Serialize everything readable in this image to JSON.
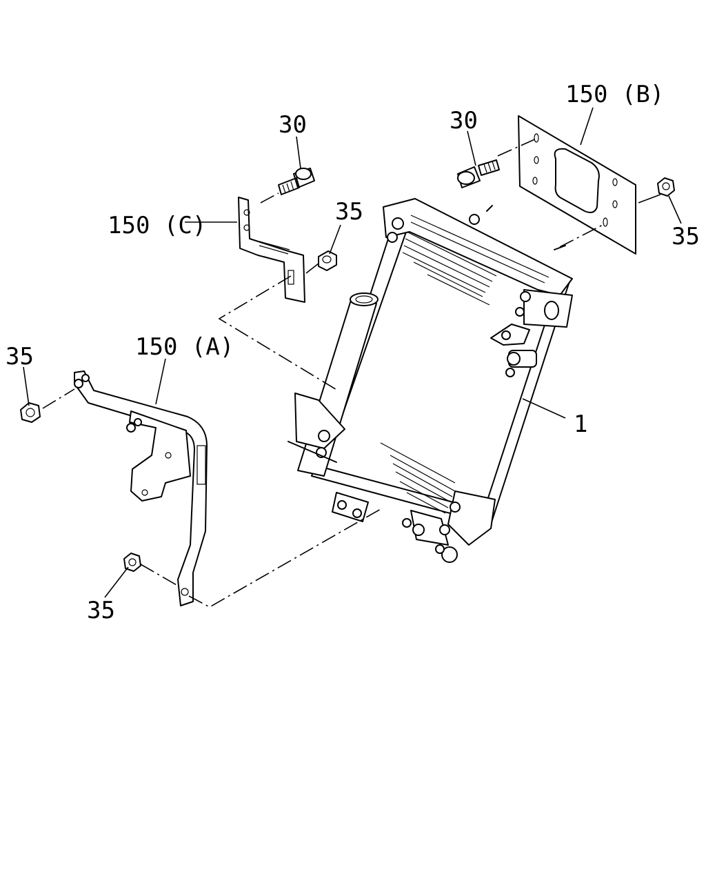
{
  "callouts": {
    "bracket_b": "150 (B)",
    "bolt_top_right": "30",
    "bolt_top_left": "30",
    "bracket_c": "150 (C)",
    "nut_mid": "35",
    "nut_right": "35",
    "nut_left": "35",
    "bracket_a": "150 (A)",
    "radiator": "1",
    "nut_bottom": "35"
  }
}
